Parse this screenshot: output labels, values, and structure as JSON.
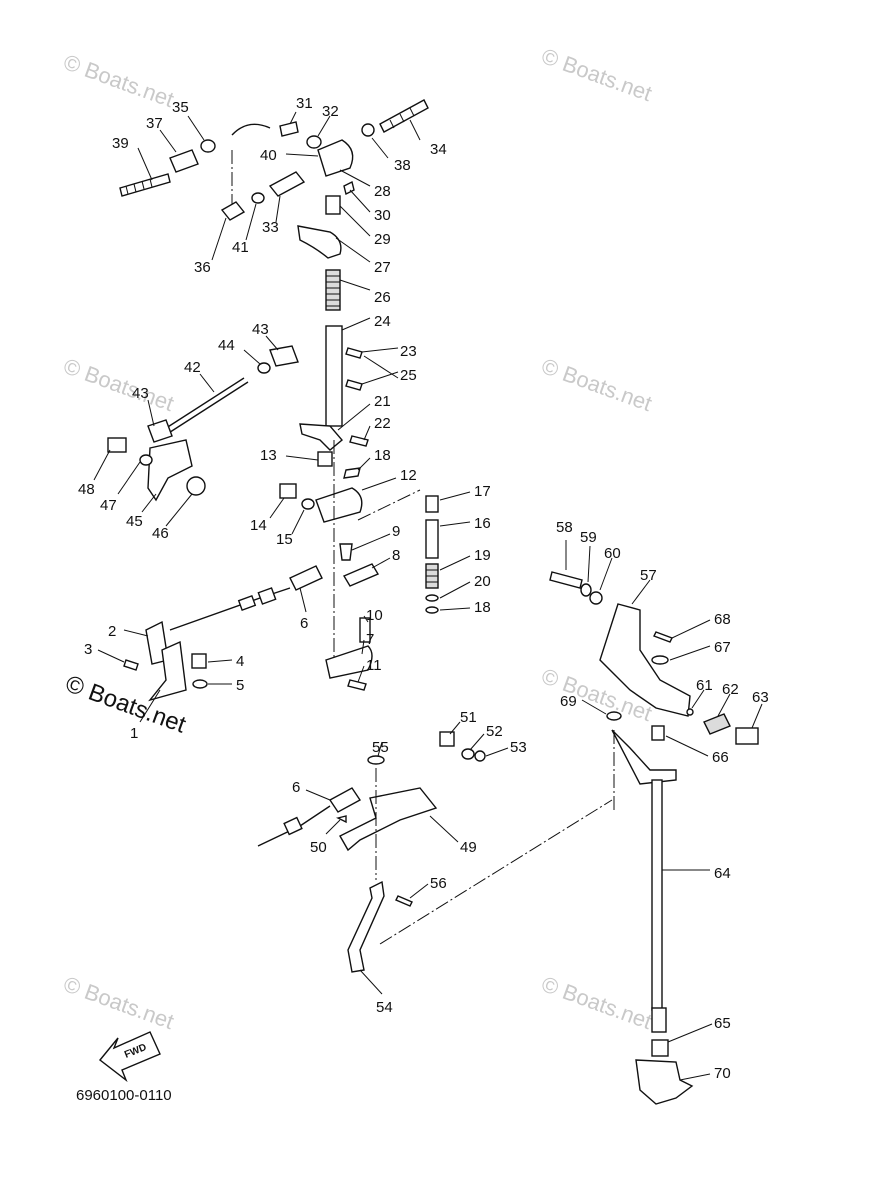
{
  "diagram": {
    "watermark": "© Boats.net",
    "fwd_label": "FWD",
    "code": "6960100-0110",
    "callouts": [
      "31",
      "32",
      "35",
      "37",
      "34",
      "39",
      "40",
      "38",
      "28",
      "30",
      "36",
      "41",
      "33",
      "29",
      "27",
      "26",
      "24",
      "43",
      "44",
      "42",
      "23",
      "25",
      "21",
      "43",
      "22",
      "48",
      "47",
      "45",
      "46",
      "13",
      "18",
      "12",
      "17",
      "14",
      "15",
      "16",
      "9",
      "8",
      "19",
      "20",
      "18",
      "6",
      "10",
      "7",
      "11",
      "2",
      "3",
      "4",
      "5",
      "1",
      "58",
      "59",
      "60",
      "57",
      "68",
      "67",
      "61",
      "62",
      "63",
      "69",
      "66",
      "55",
      "51",
      "52",
      "53",
      "6",
      "50",
      "49",
      "56",
      "64",
      "54",
      "65",
      "70"
    ]
  }
}
